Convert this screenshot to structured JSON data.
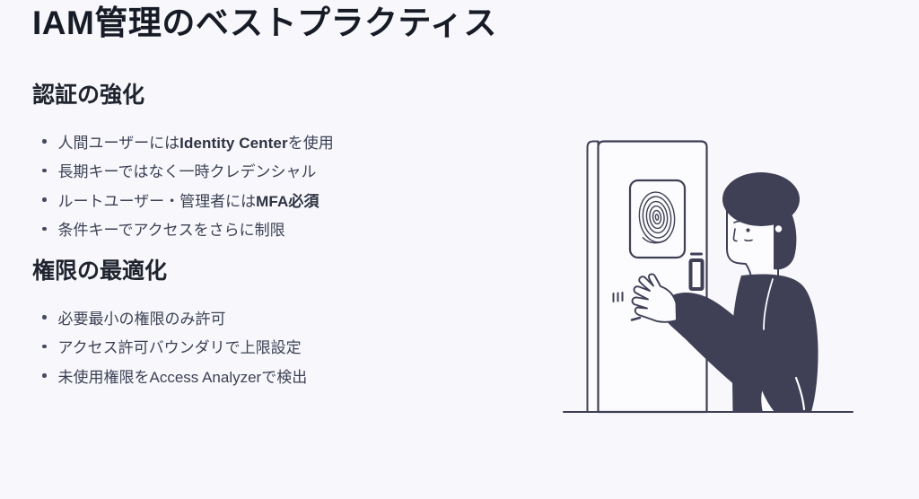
{
  "page": {
    "title": "IAM管理のベストプラクティス",
    "background_color": "#f8f8fc",
    "heading_color": "#20242f",
    "body_text_color": "#3c4154",
    "accent_dark": "#3f4056"
  },
  "sections": [
    {
      "heading": "認証の強化",
      "bullets": [
        {
          "pre": "人間ユーザーには",
          "bold": "Identity Center",
          "post": "を使用"
        },
        {
          "pre": "長期キーではなく一時クレデンシャル",
          "bold": "",
          "post": ""
        },
        {
          "pre": "ルートユーザー・管理者には",
          "bold": "MFA必須",
          "post": ""
        },
        {
          "pre": "条件キーでアクセスをさらに制限",
          "bold": "",
          "post": ""
        }
      ]
    },
    {
      "heading": "権限の最適化",
      "bullets": [
        {
          "pre": "必要最小の権限のみ許可",
          "bold": "",
          "post": ""
        },
        {
          "pre": "アクセス許可バウンダリで上限設定",
          "bold": "",
          "post": ""
        },
        {
          "pre": "未使用権限をAccess Analyzerで検出",
          "bold": "",
          "post": ""
        }
      ]
    }
  ],
  "illustration": {
    "name": "fingerprint-door-access",
    "description": "Person reaching toward a door equipped with a fingerprint scanner",
    "line_color": "#3f4056",
    "surface_color": "#fcfcfe"
  }
}
